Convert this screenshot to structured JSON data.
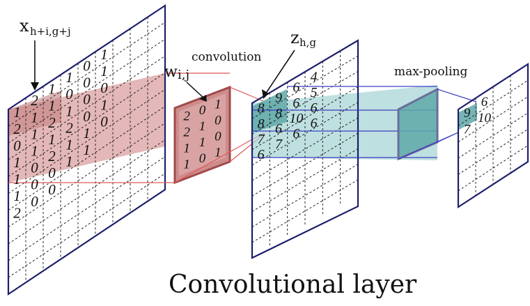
{
  "labels": {
    "input_var": "x",
    "input_sub": "h+i,g+j",
    "kernel_var": "w",
    "kernel_sub": "i,j",
    "output_var": "z",
    "output_sub": "h,g",
    "convolution": "convolution",
    "max_pooling": "max-pooling",
    "caption": "Convolutional layer"
  },
  "input_numbers": [
    [
      "1",
      "2",
      "1",
      "1",
      "0",
      "1"
    ],
    [
      "2",
      "1",
      "1",
      "0",
      "0",
      "1"
    ],
    [
      "0",
      "1",
      "2",
      "1",
      "0",
      "0"
    ],
    [
      "1",
      "1",
      "1",
      "2",
      "0",
      "1"
    ],
    [
      "1",
      "0",
      "2",
      "1",
      "1",
      "0"
    ],
    [
      "1",
      "0",
      "0",
      "1",
      "1",
      ""
    ],
    [
      "2",
      "0",
      "0",
      "",
      "",
      ""
    ],
    [
      "",
      "",
      "",
      "",
      "",
      ""
    ]
  ],
  "kernel_numbers": [
    [
      "2",
      "0",
      "1"
    ],
    [
      "2",
      "1",
      "0"
    ],
    [
      "1",
      "1",
      "0"
    ],
    [
      "1",
      "0",
      "1"
    ]
  ],
  "feature_numbers": [
    [
      "8",
      "9",
      "6",
      "4"
    ],
    [
      "8",
      "8",
      "6",
      "5"
    ],
    [
      "7",
      "6",
      "10",
      "6"
    ],
    [
      "6",
      "7",
      "6",
      "6"
    ]
  ],
  "pooled_numbers": [
    [
      "9",
      "6"
    ],
    [
      "7",
      "10"
    ]
  ],
  "colors": {
    "frame": "#1d1f6b",
    "red_fill": "#d89a9a",
    "kernel_fill": "#c98080",
    "teal_fill": "#a9d6d6",
    "pool_fill": "#5fa8a8",
    "connector_red": "#e05858",
    "connector_blue": "#3b3fc2"
  }
}
